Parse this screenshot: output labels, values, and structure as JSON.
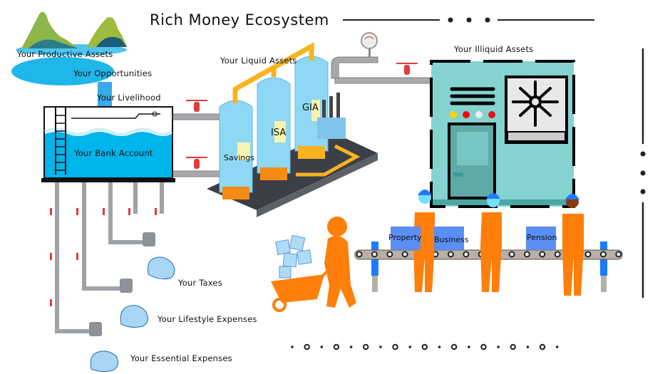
{
  "title": "Rich Money Ecosystem",
  "labels": {
    "productive_assets": "Your Productive Assets",
    "opportunities": "Your Opportunities",
    "livelihood": "Your Livelihood",
    "bank_account": "Your Bank Account",
    "liquid_assets": "Your Liquid Assets",
    "illiquid_assets": "Your Illiquid Assets",
    "taxes": "Your Taxes",
    "lifestyle_expenses": "Your Lifestyle Expenses",
    "essential_expenses": "Your Essential Expenses"
  },
  "liquid_tanks": [
    "Savings",
    "ISA",
    "GIA"
  ],
  "illiquid_boxes": [
    "Property",
    "Business",
    "Pension"
  ],
  "colors": {
    "water": "#00b5ec",
    "tank": "#8fd8f5",
    "machine": "#84d3d0",
    "orange": "#ff7f0a",
    "box": "#5b8ef5",
    "pipe_yellow": "#f9b320"
  }
}
